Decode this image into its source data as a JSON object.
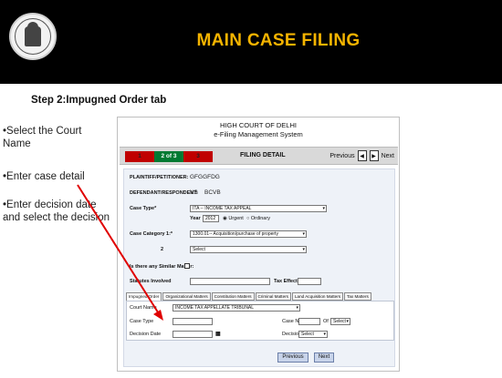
{
  "header": {
    "title": "MAIN CASE FILING",
    "seal_icon": "delhi-high-court-seal"
  },
  "step_title": "Step 2:Impugned Order tab",
  "instructions": [
    "•Select the Court Name",
    "•Enter case detail",
    "•Enter decision date and select the decision"
  ],
  "portal": {
    "court": "HIGH COURT OF DELHI",
    "system": "e-Filing Management System",
    "steps": [
      "1",
      "2 of 3",
      "3"
    ],
    "section_title": "FILING DETAIL",
    "previous": "Previous",
    "next": "Next",
    "petitioner_label": "PLAINTIFF/PETITIONER:",
    "petitioner_value": "GFGGFDG",
    "defendant_label": "DEFENDANT/RESPONDENT:",
    "vs": "VS",
    "defendant_value": "BCVB",
    "case_type_label": "Case Type*",
    "case_type_value": "ITA -- INCOME TAX APPEAL",
    "year_label": "Year",
    "year_value": "2012",
    "urgent": "Urgent",
    "ordinary": "Ordinary",
    "case_category_label": "Case Category 1:*",
    "case_category_value": "1300.01-- Acquisition/purchase of property",
    "category2_label": "2",
    "category2_value": "Select",
    "similar_matter_label": "Is there any Similar Matter:",
    "statutes_label": "Statutes Involved",
    "tax_effect_label": "Tax Effect :",
    "tabs": [
      "Impugned Order",
      "Organizational Matters",
      "Constitution Matters",
      "Criminal Matters",
      "Land Acquisition Matters",
      "Tax Matters"
    ],
    "court_name_label": "Court Name",
    "court_name_value": "INCOME TAX APPELLATE TRIBUNAL",
    "case_type2_label": "Case Type",
    "case_no_label": "Case No",
    "of_label": "Of",
    "year_select": "Select",
    "decision_date_label": "Decision Date",
    "decision_label": "Decision",
    "decision_value": "Select",
    "btn_previous": "Previous",
    "btn_next": "Next"
  },
  "colors": {
    "header_bg": "#000000",
    "title_color": "#f5b400",
    "arrow": "#e00000",
    "step_active": "#007a33",
    "step_inactive": "#c00000"
  }
}
